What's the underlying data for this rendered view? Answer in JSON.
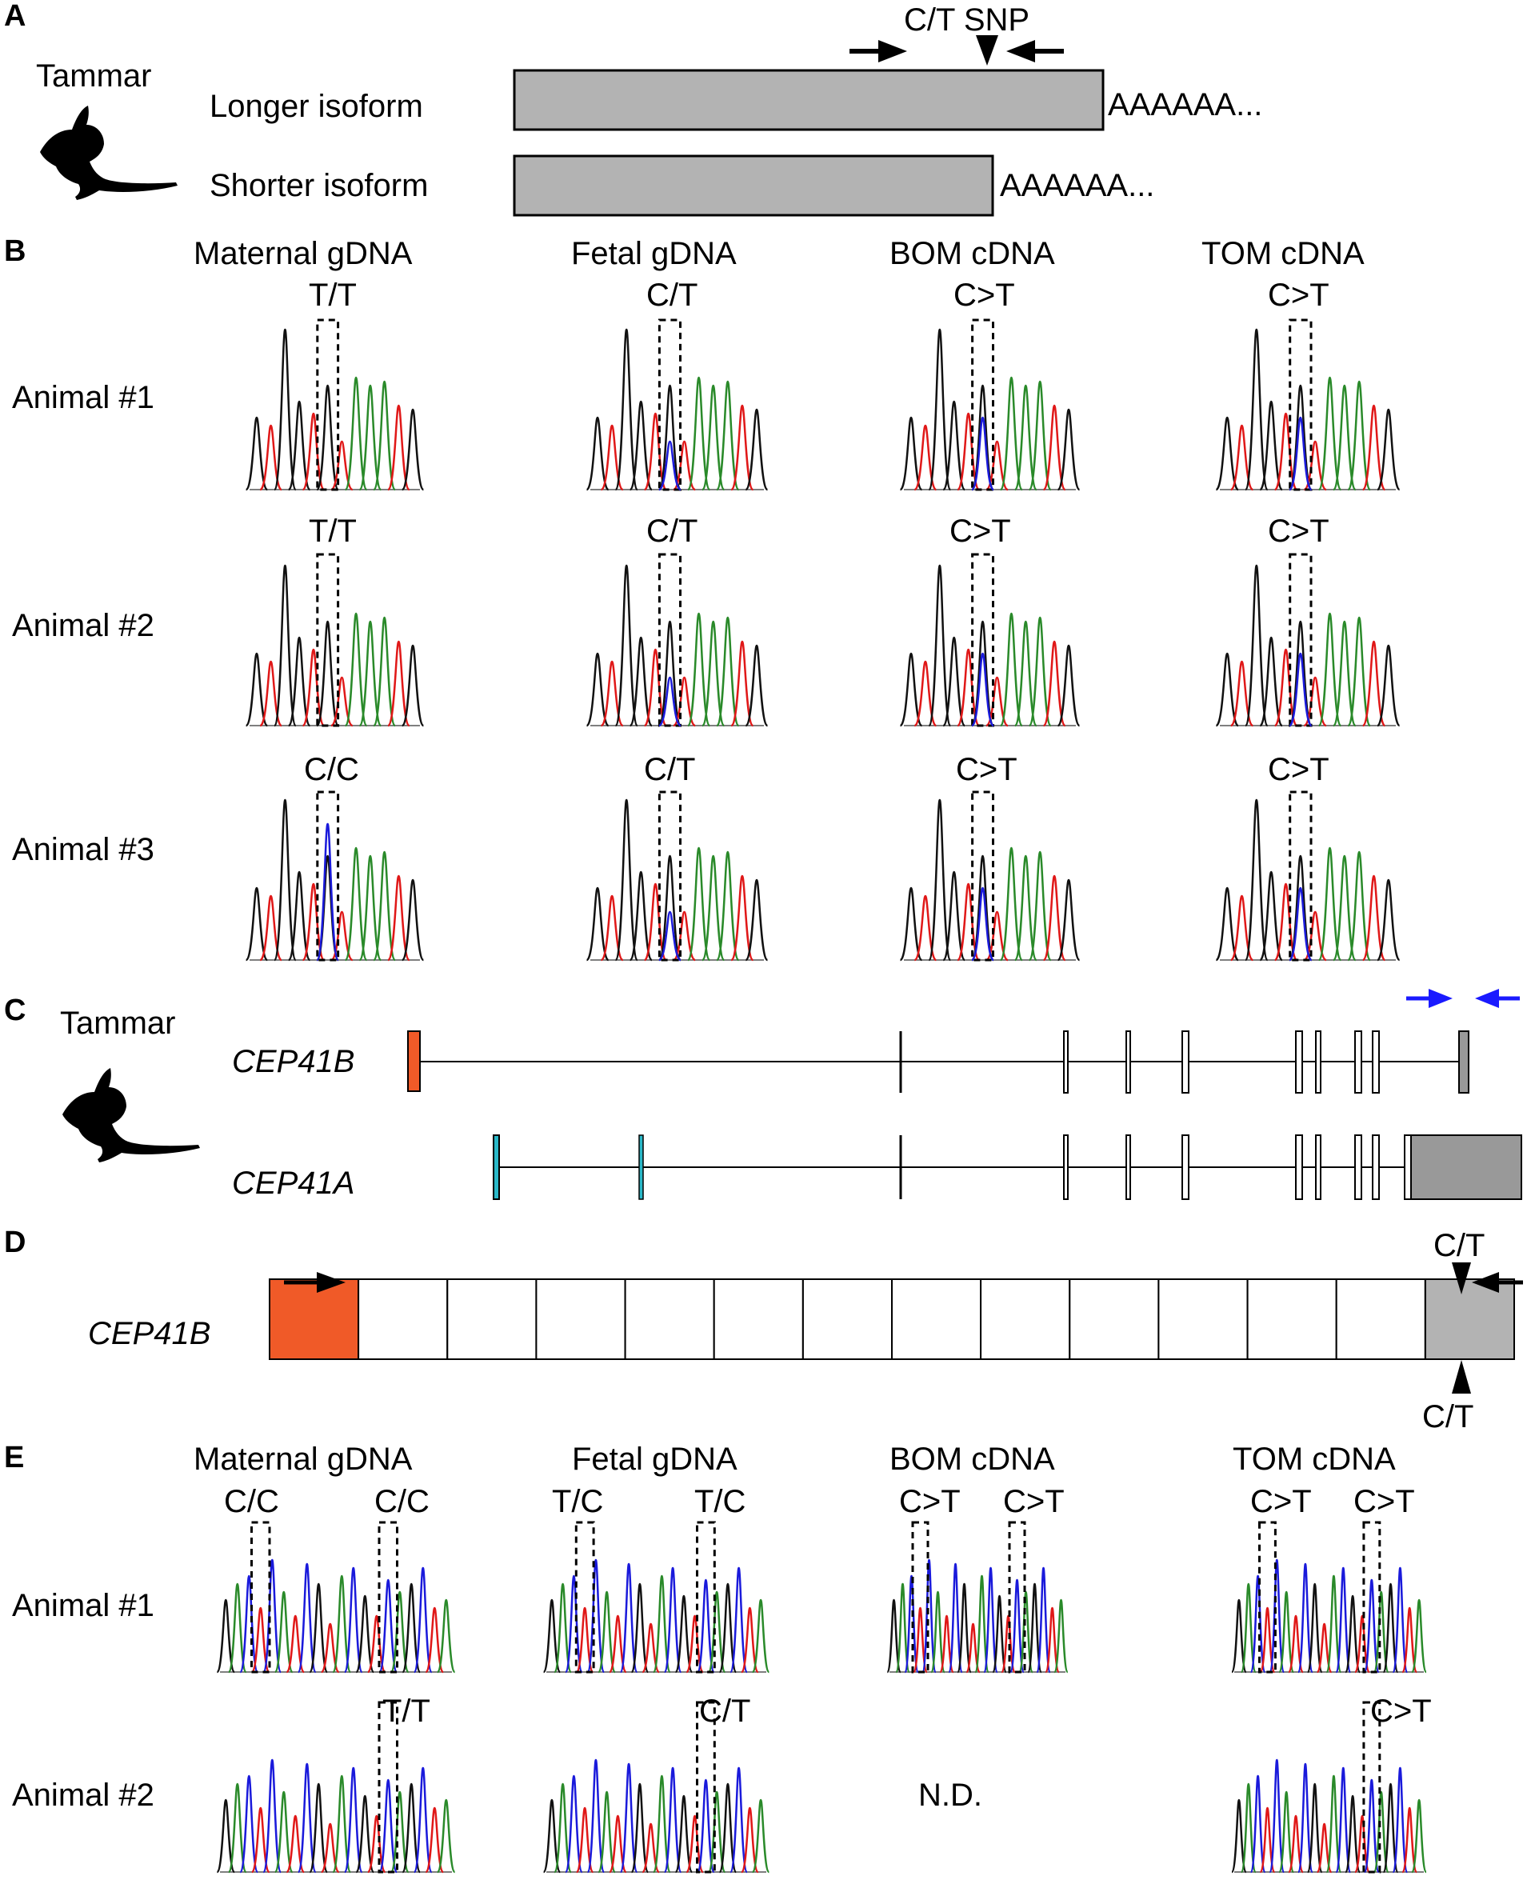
{
  "panels": {
    "a": {
      "letter": "A",
      "species": "Tammar",
      "snp_label": "C/T SNP",
      "longer_label": "Longer isoform",
      "shorter_label": "Shorter isoform",
      "polya": "AAAAAA..."
    },
    "b": {
      "letter": "B",
      "columns": [
        "Maternal gDNA",
        "Fetal gDNA",
        "BOM cDNA",
        "TOM cDNA"
      ],
      "rows": [
        "Animal #1",
        "Animal #2",
        "Animal #3"
      ],
      "genotypes": [
        [
          "T/T",
          "C/T",
          "C>T",
          "C>T"
        ],
        [
          "T/T",
          "C/T",
          "C>T",
          "C>T"
        ],
        [
          "C/C",
          "C/T",
          "C>T",
          "C>T"
        ]
      ]
    },
    "c": {
      "letter": "C",
      "species": "Tammar",
      "gene_b": "CEP41B",
      "gene_a": "CEP41A"
    },
    "d": {
      "letter": "D",
      "gene": "CEP41B",
      "snp_top": "C/T",
      "snp_bottom": "C/T"
    },
    "e": {
      "letter": "E",
      "columns": [
        "Maternal gDNA",
        "Fetal gDNA",
        "BOM cDNA",
        "TOM cDNA"
      ],
      "rows": [
        "Animal #1",
        "Animal #2"
      ],
      "row1": [
        [
          "C/C",
          "C/C"
        ],
        [
          "T/C",
          "T/C"
        ],
        [
          "C>T",
          "C>T"
        ],
        [
          "C>T",
          "C>T"
        ]
      ],
      "row2": [
        "T/T",
        "C/T",
        "N.D.",
        "C>T"
      ]
    }
  },
  "colors": {
    "trace_a": "#2a8a2a",
    "trace_c": "#1a1adb",
    "trace_g": "#111111",
    "trace_t": "#e01818",
    "exon_orange": "#f05a28",
    "exon_cyan": "#2ab8c8",
    "utr_gray": "#999999",
    "box_gray": "#b3b3b3",
    "primer_blue": "#1a1aff"
  }
}
